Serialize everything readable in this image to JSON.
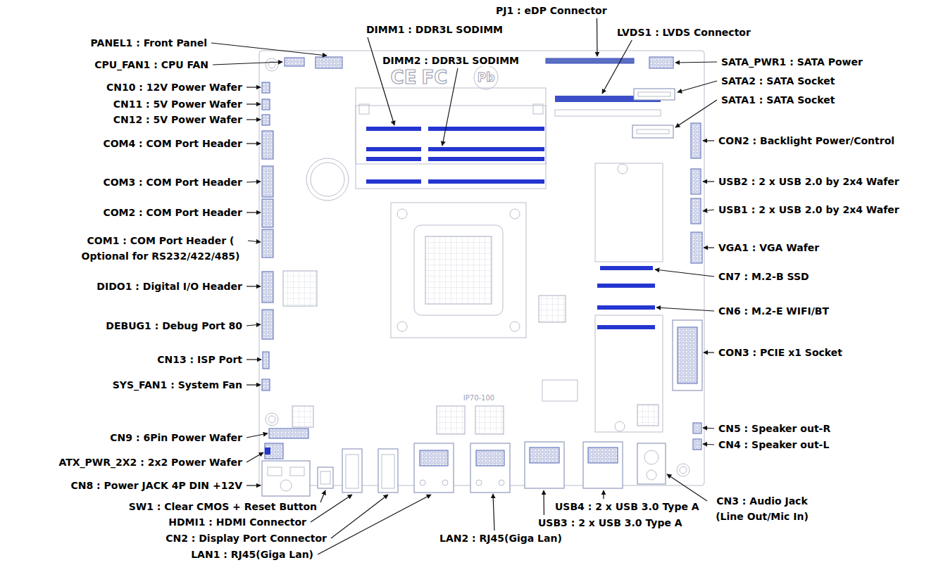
{
  "diagram": {
    "labels": [
      "PJ1 : eDP Connector",
      "DIMM1 : DDR3L SODIMM",
      "LVDS1 : LVDS Connector",
      "PANEL1 : Front Panel",
      "DIMM2 : DDR3L SODIMM",
      "SATA_PWR1 : SATA Power",
      "CPU_FAN1 : CPU FAN",
      "CE",
      "FC",
      "Pb",
      "SATA2 : SATA Socket",
      "CN10 : 12V Power Wafer",
      "SATA1 : SATA Socket",
      "CN11 : 5V Power Wafer",
      "CN12 : 5V Power Wafer",
      "CON2 : Backlight Power/Control",
      "COM4 : COM Port Header",
      "USB2 : 2 x USB 2.0 by 2x4 Wafer",
      "COM3 : COM Port Header",
      "USB1 : 2 x USB 2.0 by 2x4 Wafer",
      "COM2 : COM Port Header",
      "COM1 : COM Port Header ( Optional for RS232/422/485)",
      "VGA1 : VGA Wafer",
      "CN7 : M.2-B SSD",
      "DIDO1 : Digital I/O Header",
      "CN6 : M.2-E WIFI/BT",
      "DEBUG1 : Debug Port 80",
      "CON3 : PCIE x1 Socket",
      "CN13 : ISP Port",
      "SYS_FAN1 : System Fan",
      "IP70-100",
      "CN5 : Speaker out-R",
      "CN9 : 6Pin Power Wafer",
      "CN4 : Speaker out-L",
      "ATX_PWR_2X2 : 2x2 Power Wafer",
      "CN8 : Power JACK 4P DIN +12V",
      "CN3 : Audio Jack (Line Out/Mic In)",
      "SW1 : Clear CMOS + Reset Button",
      "USB4 : 2 x USB 3.0 Type A",
      "HDMI1 : HDMI Connector",
      "USB3 : 2 x USB 3.0 Type A",
      "CN2 : Display Port Connector",
      "LAN2 : RJ45(Giga Lan)",
      "LAN1 : RJ45(Giga Lan)"
    ]
  }
}
